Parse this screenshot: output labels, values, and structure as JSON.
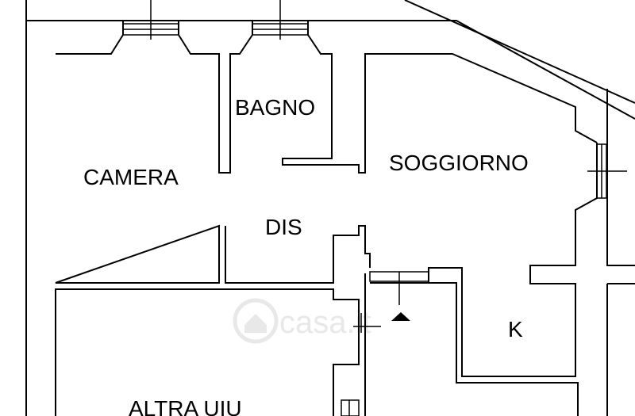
{
  "rooms": {
    "camera": "CAMERA",
    "bagno": "BAGNO",
    "soggiorno": "SOGGIORNO",
    "dis": "DIS",
    "k": "K",
    "altra": "ALTRA UIU"
  },
  "watermark": "casa.it",
  "colors": {
    "line": "#000000",
    "background": "#ffffff",
    "watermark": "#e6e6e6"
  }
}
